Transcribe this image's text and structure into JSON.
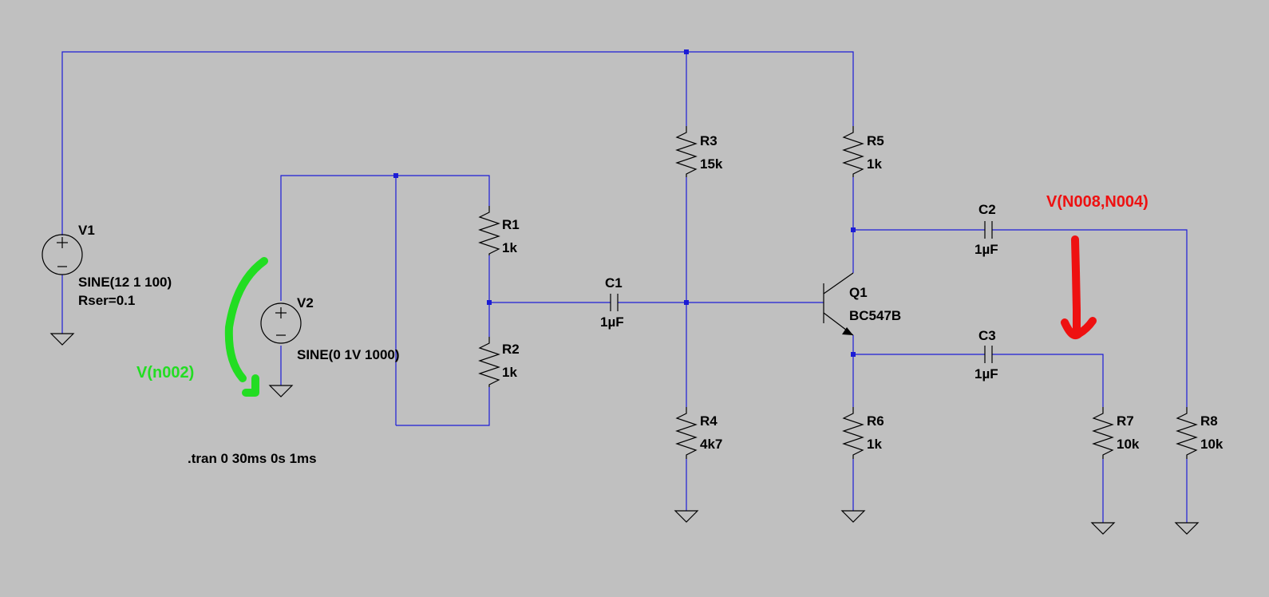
{
  "components": {
    "v1": {
      "name": "V1",
      "value": "SINE(12 1 100)",
      "extra": "Rser=0.1"
    },
    "v2": {
      "name": "V2",
      "value": "SINE(0 1V 1000)"
    },
    "r1": {
      "name": "R1",
      "value": "1k"
    },
    "r2": {
      "name": "R2",
      "value": "1k"
    },
    "r3": {
      "name": "R3",
      "value": "15k"
    },
    "r4": {
      "name": "R4",
      "value": "4k7"
    },
    "r5": {
      "name": "R5",
      "value": "1k"
    },
    "r6": {
      "name": "R6",
      "value": "1k"
    },
    "r7": {
      "name": "R7",
      "value": "10k"
    },
    "r8": {
      "name": "R8",
      "value": "10k"
    },
    "c1": {
      "name": "C1",
      "value": "1µF"
    },
    "c2": {
      "name": "C2",
      "value": "1µF"
    },
    "c3": {
      "name": "C3",
      "value": "1µF"
    },
    "q1": {
      "name": "Q1",
      "value": "BC547B"
    }
  },
  "directive": ".tran 0 30ms 0s 1ms",
  "probes": {
    "red": {
      "label": "V(N008,N004)",
      "color": "#ee1111"
    },
    "green": {
      "label": "V(n002)",
      "color": "#22dd22"
    }
  },
  "colors": {
    "background": "#c0c0c0",
    "wire": "#1c1cd6",
    "component": "#000000"
  }
}
